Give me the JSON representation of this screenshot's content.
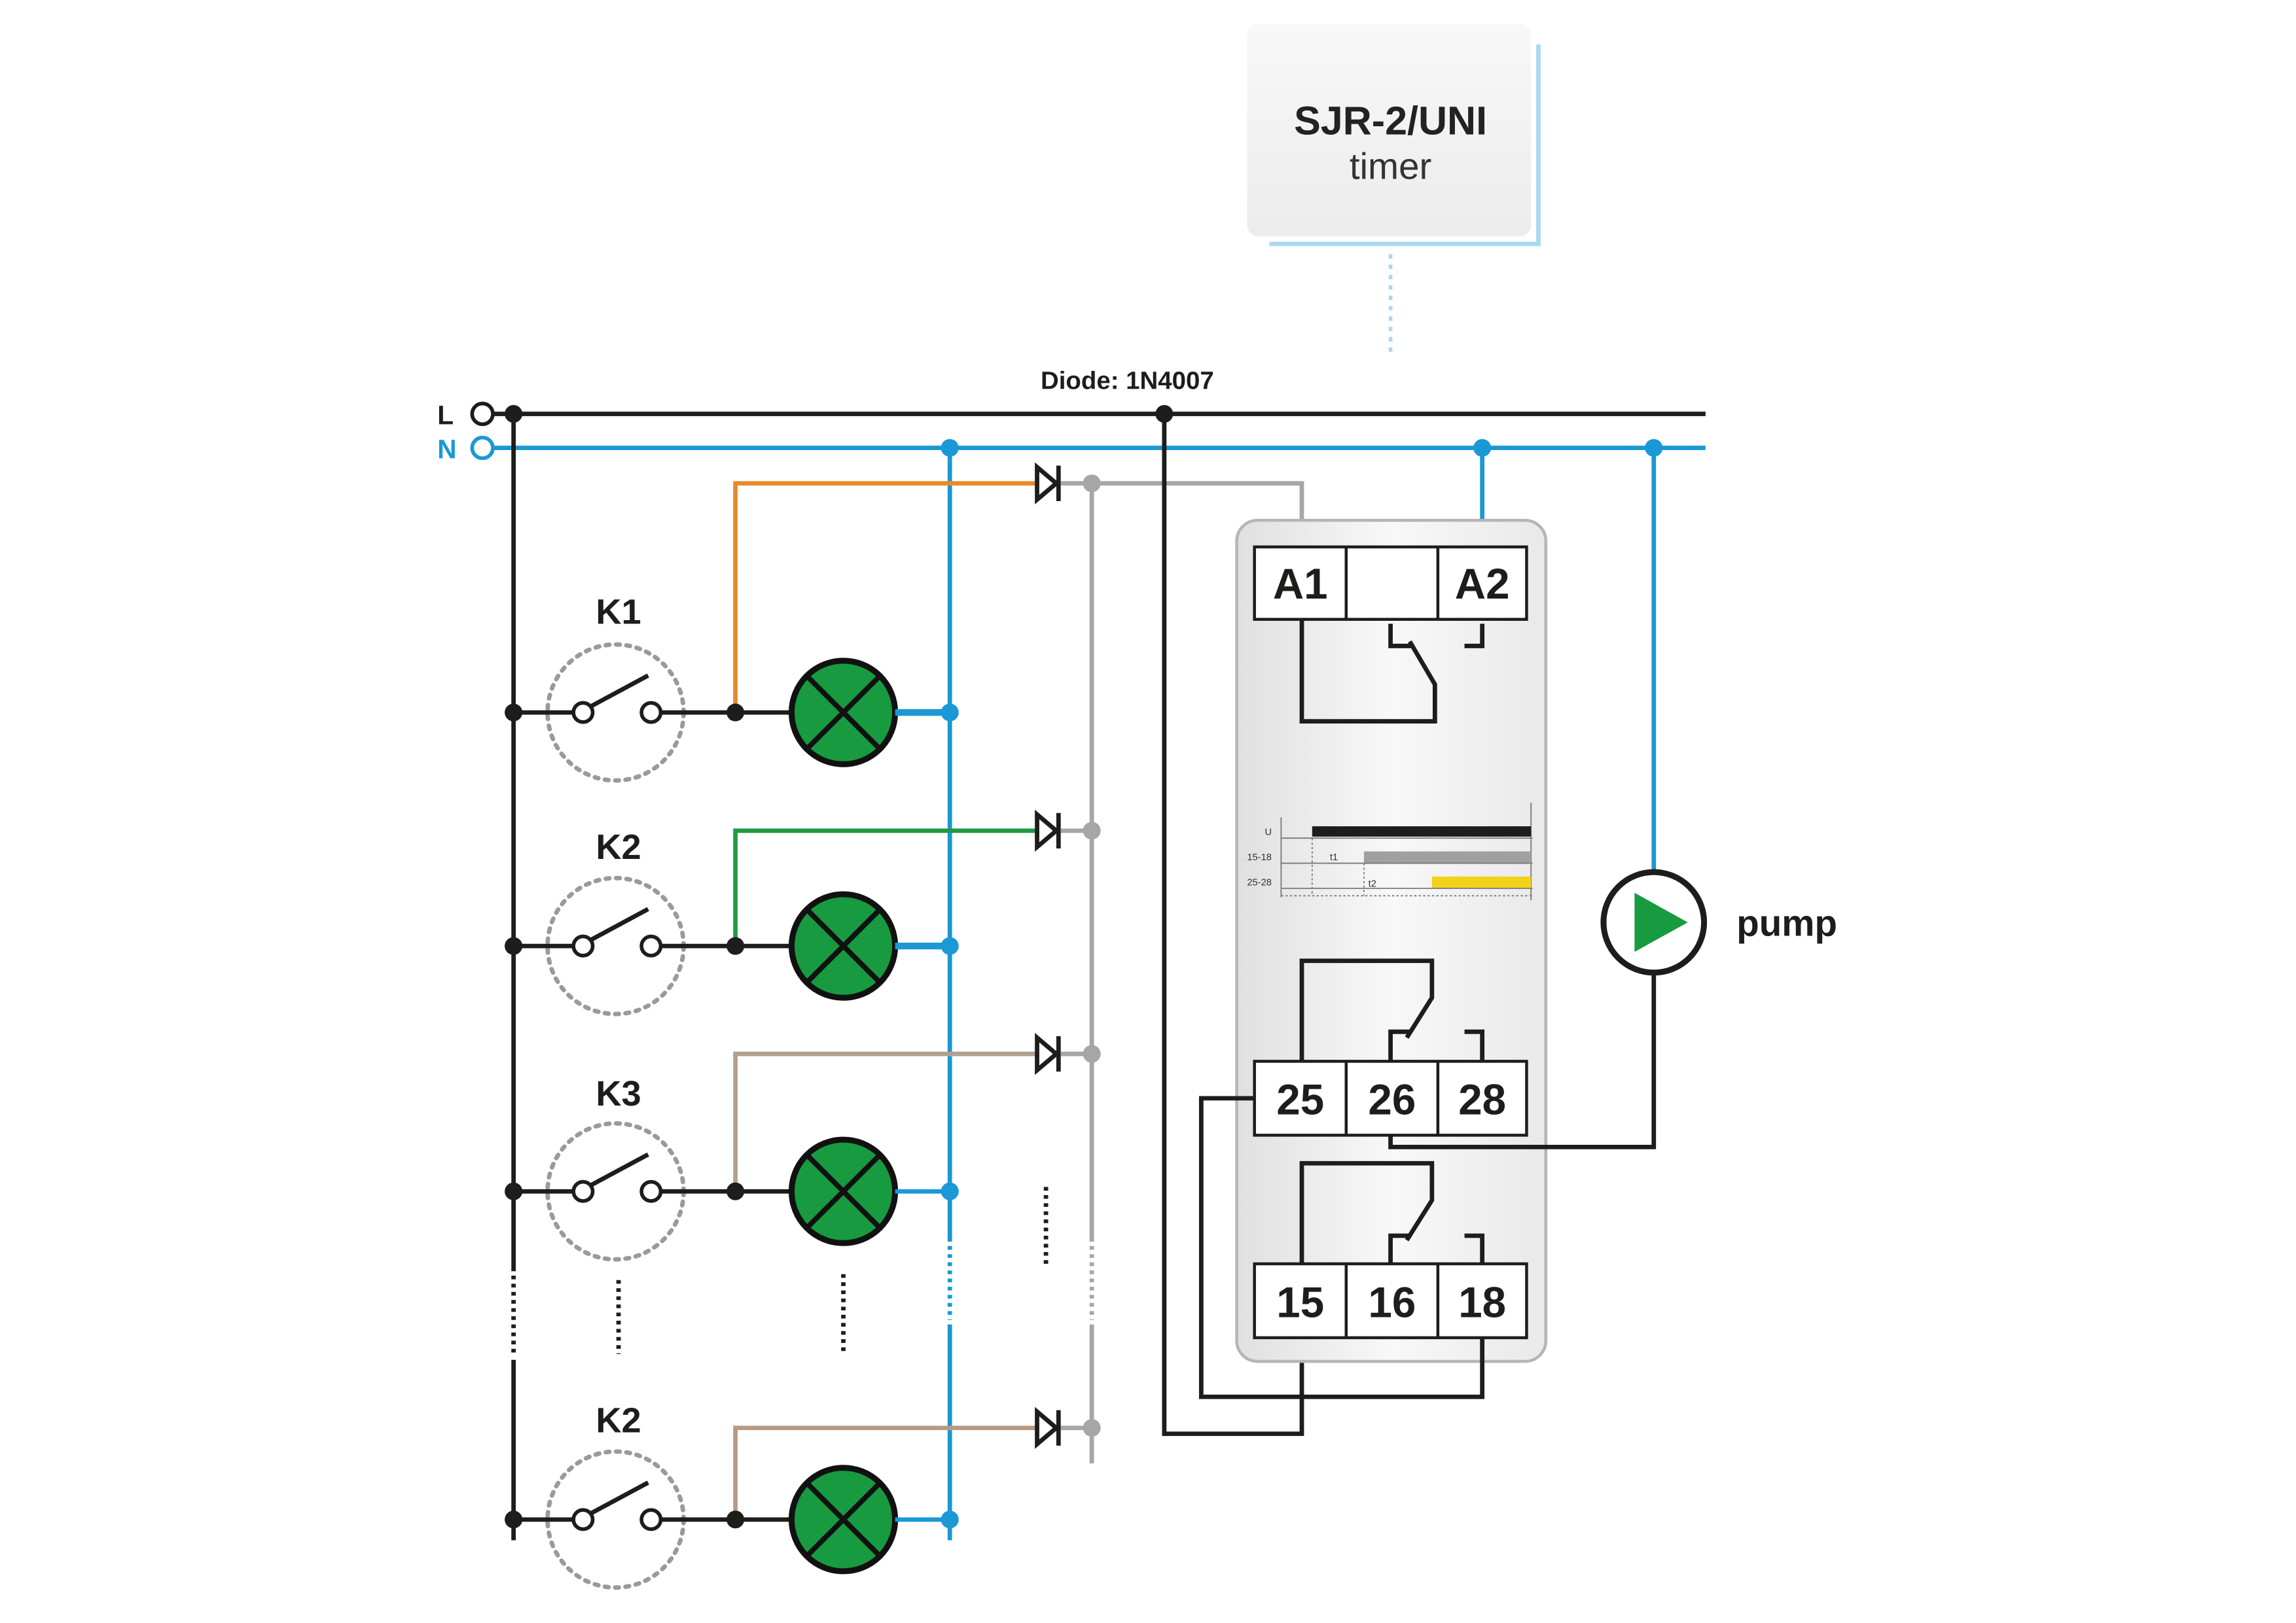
{
  "header_box": {
    "title": "SJR-2/UNI",
    "subtitle": "timer"
  },
  "diode_label": "Diode: 1N4007",
  "supply": {
    "line": "L",
    "neutral": "N"
  },
  "circuits": [
    {
      "switch": "K1"
    },
    {
      "switch": "K2"
    },
    {
      "switch": "K3"
    },
    {
      "switch": "K2"
    }
  ],
  "relay": {
    "coil_terminals": [
      "A1",
      "A2"
    ],
    "timing": {
      "rows": [
        "U",
        "15-18",
        "25-28"
      ],
      "intervals": [
        "t1",
        "t2"
      ]
    },
    "contact_2_terminals": [
      "25",
      "26",
      "28"
    ],
    "contact_1_terminals": [
      "15",
      "16",
      "18"
    ]
  },
  "pump_label": "pump",
  "colors": {
    "line_L": "#1d1d1b",
    "neutral_N": "#1b98d5",
    "control_bus": "#a6a6a6",
    "wire_k1": "#e98a2a",
    "wire_k2": "#209a45",
    "wire_k3": "#b0a08f",
    "wire_k2_bottom": "#b89a84",
    "lamp": "#189a40",
    "pump_arrow": "#189a40",
    "timing_t2_bar": "#f2d21a",
    "header_outline": "#a9d9ef"
  }
}
